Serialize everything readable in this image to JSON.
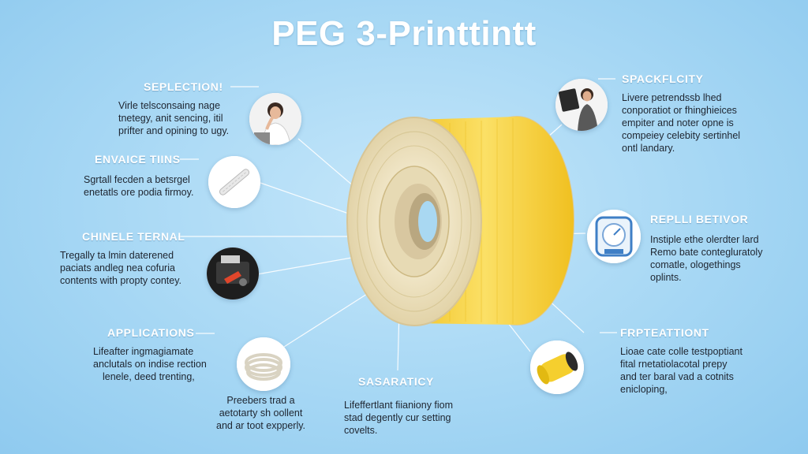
{
  "title": "PEG 3-Printtintt",
  "callouts": {
    "seplection": {
      "heading": "SEPLECTION!",
      "lines": [
        "Virle telsconsaing nage",
        "tnetegy, anit sencing, itil",
        "prifter and opining to ugy."
      ]
    },
    "envaice": {
      "heading": "ENVAICE TIINS",
      "lines": [
        "Sgrtall fecden a betsrgel",
        "enetatls ore podia firmoy."
      ]
    },
    "chinele": {
      "heading": "CHINELE TERNAL",
      "lines": [
        "Tregally ta lmin daterened",
        "paciats andleg nea cofuria",
        "contents with propty contey."
      ]
    },
    "applications": {
      "heading": "APPLICATIONS",
      "lines": [
        "Lifeafter ingmagiamate",
        "anclutals on indise rection",
        "lenele, deed trenting,"
      ]
    },
    "bottom_left": {
      "lines": [
        "Preebers trad a",
        "aetotarty sh oollent",
        "and ar toot expperly."
      ]
    },
    "sasaraticy": {
      "heading": "SASARATICY",
      "lines": [
        "Lifeffertlant fiianiony fiom",
        "stad degently cur setting",
        "covelts."
      ]
    },
    "spackflcity": {
      "heading": "SPACKFLCITY",
      "lines": [
        "Livere petrendssb lhed",
        "conporatiot or fhinghieices",
        "empiter and noter opne is",
        "compeiey celebity sertinhel",
        "ontl landary."
      ]
    },
    "replli": {
      "heading": "REPLLI BETIVOR",
      "lines": [
        "Instiple ethe olerdter lard",
        "Remo bate contegluratoly",
        "comatle, ologethings",
        "oplints."
      ]
    },
    "frpteattiont": {
      "heading": "FRPTEATTIONT",
      "lines": [
        "Lioae cate colle testpoptiant",
        "fital rnetatiolacotal prepy",
        "and ter baral vad a cotnits",
        "enicloping,"
      ]
    }
  },
  "colors": {
    "background": "#a6d7f4",
    "filament": "#f7d23a",
    "spool": "#f3ead2",
    "heading": "#ffffff"
  },
  "icons": [
    "woman-thinking-icon",
    "filament-strand-icon",
    "printer-part-icon",
    "filament-coil-icon",
    "woman-presenting-icon",
    "gauge-device-icon",
    "filament-roll-icon"
  ]
}
